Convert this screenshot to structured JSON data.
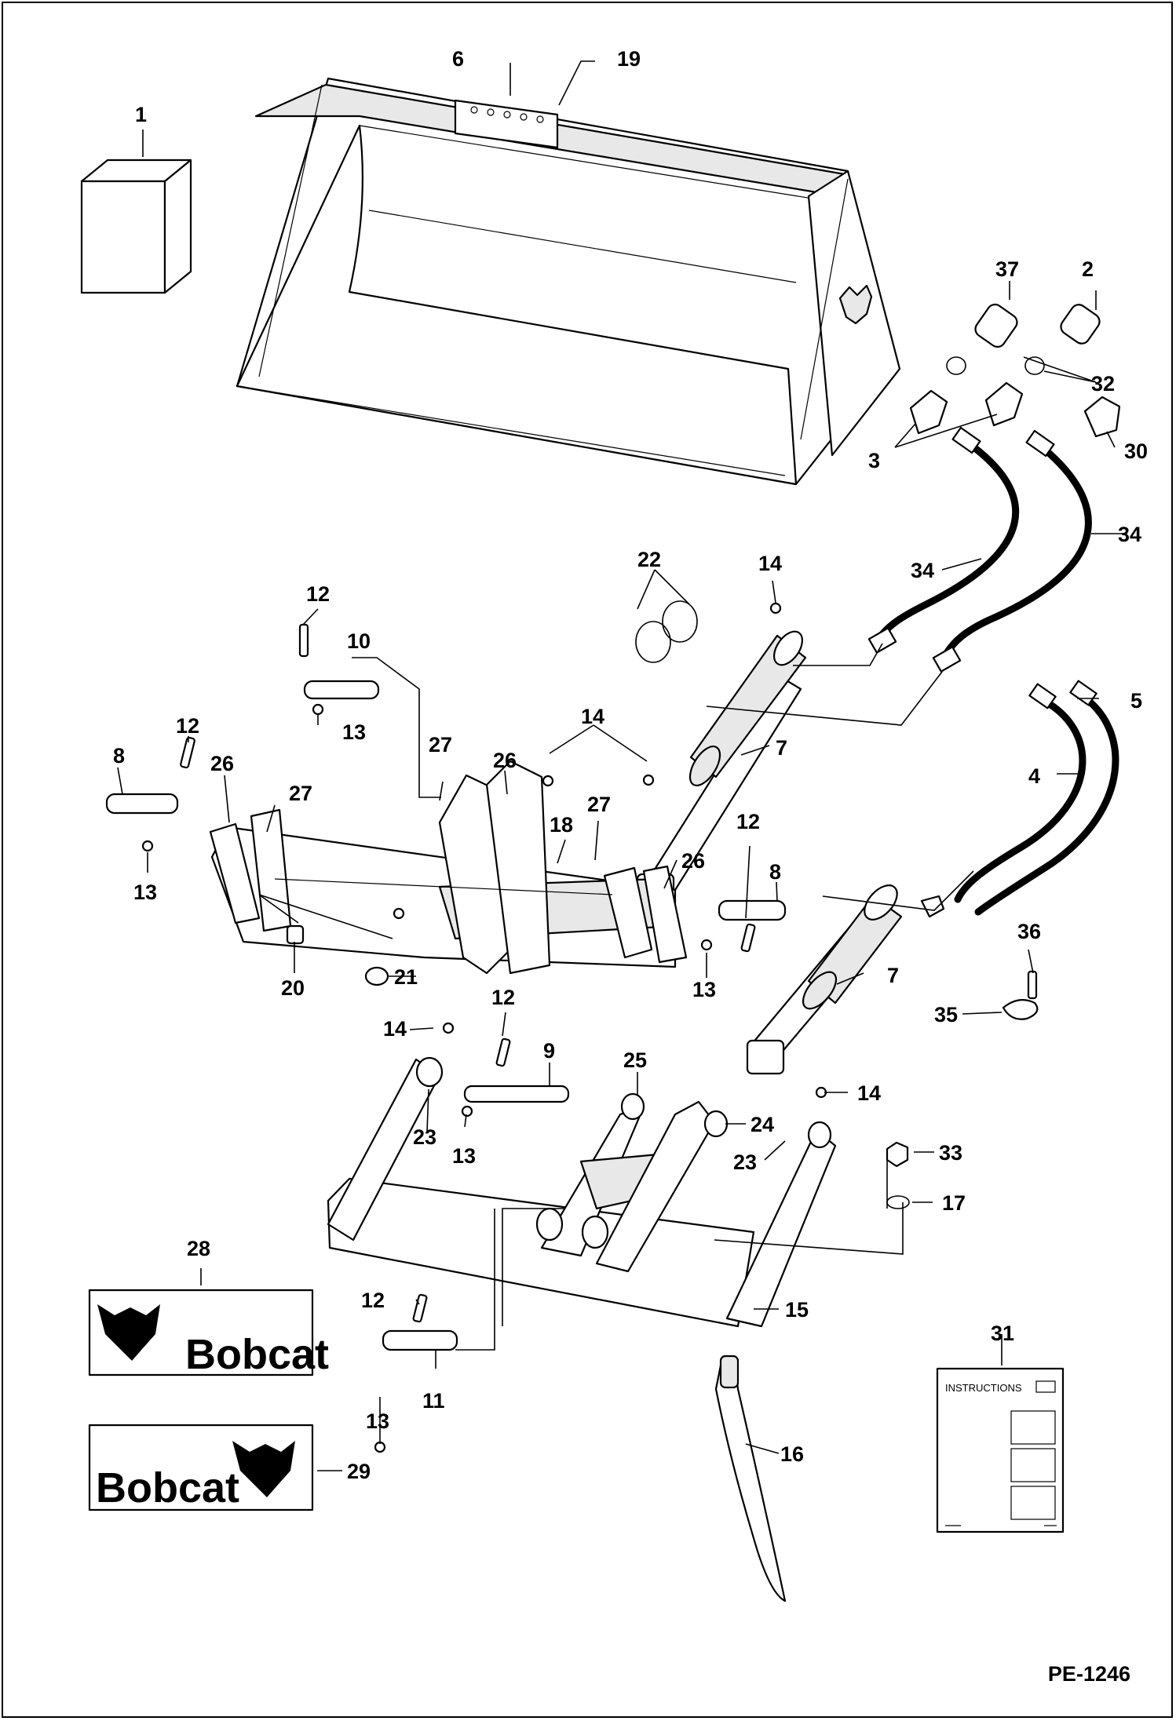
{
  "document_code": "PE-1246",
  "instructions_label": "INSTRUCTIONS",
  "decal_brand": "Bobcat",
  "callouts": [
    "1",
    "2",
    "3",
    "4",
    "5",
    "6",
    "7",
    "7",
    "8",
    "8",
    "9",
    "10",
    "11",
    "12",
    "12",
    "12",
    "12",
    "12",
    "13",
    "13",
    "13",
    "13",
    "13",
    "14",
    "14",
    "14",
    "14",
    "15",
    "16",
    "17",
    "18",
    "19",
    "20",
    "21",
    "22",
    "23",
    "23",
    "24",
    "25",
    "26",
    "26",
    "26",
    "27",
    "27",
    "27",
    "28",
    "29",
    "30",
    "31",
    "32",
    "33",
    "34",
    "34",
    "35",
    "36",
    "37"
  ]
}
